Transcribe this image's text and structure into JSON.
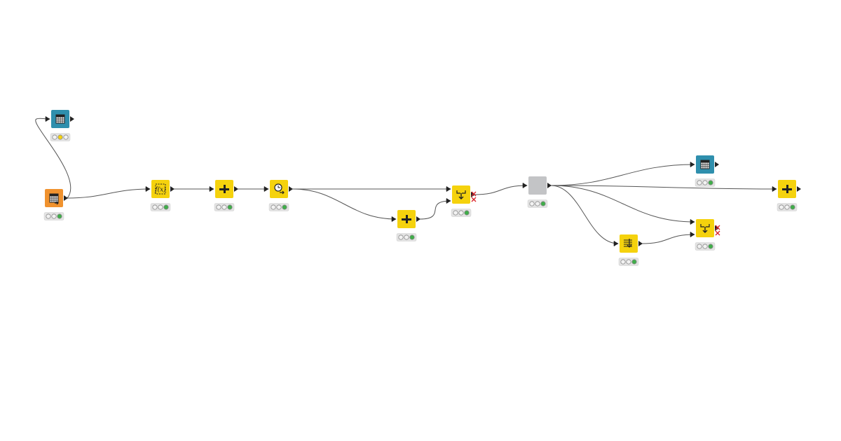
{
  "colors": {
    "background": "#ffffff",
    "connection": "#555555",
    "port": "#222222",
    "node_source": "#f0922e",
    "node_manipulator": "#f5d20d",
    "node_view": "#2f8fad",
    "node_metanode": "#c3c4c6",
    "status_idle": "#f2f2f2",
    "status_configured": "#f5d20d",
    "status_executed": "#3fae49",
    "error_mark": "#d9232a"
  },
  "nodes": [
    {
      "id": "n1",
      "kind": "source",
      "icon": "table-creator-icon",
      "status": "executed"
    },
    {
      "id": "n2",
      "kind": "view",
      "icon": "table-view-icon",
      "status": "configured"
    },
    {
      "id": "n3",
      "kind": "manipulator",
      "icon": "formula-icon",
      "status": "executed"
    },
    {
      "id": "n4",
      "kind": "manipulator",
      "icon": "column-filter-icon",
      "status": "executed"
    },
    {
      "id": "n5",
      "kind": "manipulator",
      "icon": "date-time-icon",
      "status": "executed"
    },
    {
      "id": "n6",
      "kind": "manipulator",
      "icon": "column-filter-icon",
      "status": "executed"
    },
    {
      "id": "n7",
      "kind": "manipulator",
      "icon": "joiner-icon",
      "status": "executed"
    },
    {
      "id": "n8",
      "kind": "metanode",
      "icon": "metanode-icon",
      "status": "executed"
    },
    {
      "id": "n9",
      "kind": "view",
      "icon": "table-view-icon",
      "status": "executed"
    },
    {
      "id": "n10",
      "kind": "manipulator",
      "icon": "column-filter-icon",
      "status": "executed"
    },
    {
      "id": "n11",
      "kind": "manipulator",
      "icon": "row-filter-icon",
      "status": "executed"
    },
    {
      "id": "n12",
      "kind": "manipulator",
      "icon": "joiner-icon",
      "status": "executed"
    }
  ],
  "connections": [
    {
      "from": "n1",
      "to": "n2"
    },
    {
      "from": "n1",
      "to": "n3"
    },
    {
      "from": "n3",
      "to": "n4"
    },
    {
      "from": "n4",
      "to": "n5"
    },
    {
      "from": "n5",
      "to": "n7"
    },
    {
      "from": "n5",
      "to": "n6"
    },
    {
      "from": "n6",
      "to": "n7"
    },
    {
      "from": "n7",
      "to": "n8"
    },
    {
      "from": "n8",
      "to": "n9"
    },
    {
      "from": "n8",
      "to": "n10"
    },
    {
      "from": "n8",
      "to": "n12"
    },
    {
      "from": "n8",
      "to": "n11"
    },
    {
      "from": "n11",
      "to": "n12"
    }
  ]
}
